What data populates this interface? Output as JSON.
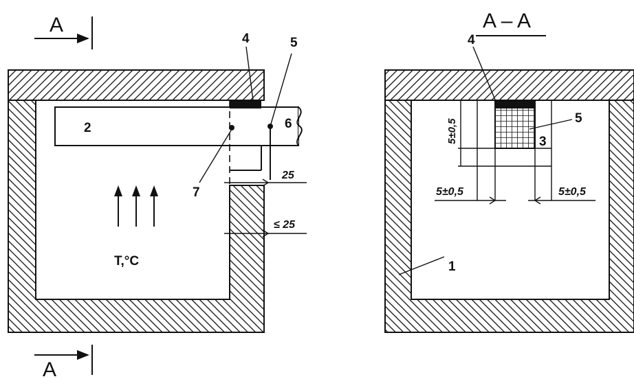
{
  "section_mark": "A",
  "section_title": "A – A",
  "temperature_label": "T,°C",
  "callouts": {
    "c1": "1",
    "c2": "2",
    "c3": "3",
    "c4_left": "4",
    "c4_right": "4",
    "c5_left": "5",
    "c5_right": "5",
    "c6": "6",
    "c7": "7"
  },
  "dimensions": {
    "gap_top": "25",
    "gap_bottom": "≤ 25",
    "offset_left": "5±0,5",
    "offset_right": "5±0,5",
    "offset_vertical": "5±0,5"
  },
  "colors": {
    "ink": "#111111",
    "background": "#ffffff"
  }
}
